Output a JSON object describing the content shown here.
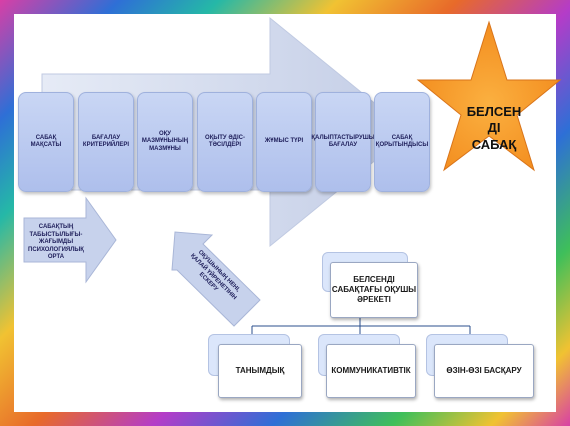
{
  "steps": [
    {
      "label": "САБАҚ МАҚСАТЫ"
    },
    {
      "label": "БАҒАЛАУ КРИТЕРИЙЛЕРІ"
    },
    {
      "label": "ОҚУ МАЗМҰНЫНЫҢ МАЗМҰНЫ"
    },
    {
      "label": "ОҚЫТУ ӘДІС-ТӘСІЛДЕРІ"
    },
    {
      "label": "ЖҰМЫС ТҮРІ"
    },
    {
      "label": "ҚАЛЫПТАСТЫРУШЫ БАҒАЛАУ"
    },
    {
      "label": "САБАҚ ҚОРЫТЫНДЫСЫ"
    }
  ],
  "star": {
    "line1": "БЕЛСЕН",
    "line2": "ДІ",
    "line3": "САБАҚ"
  },
  "left_arrow": {
    "label": "САБАҚТЫҢ ТАБЫСТЫЛЫҒЫ-ЖАҒЫМДЫ ПСИХОЛОГИЯЛЫҚ ОРТА"
  },
  "up_arrow": {
    "label": "ОҚУШЫНЫҢ НЕНІ, ҚАЛАЙ ҮЙРЕНЕТІНІН ЕСКЕРУ"
  },
  "tree": {
    "root": "БЕЛСЕНДІ САБАҚТАҒЫ ОҚУШЫ ӘРЕКЕТІ",
    "children": [
      "ТАНЫМДЫҚ",
      "КОММУНИКАТИВТІК",
      "ӨЗІН-ӨЗІ БАСҚАРУ"
    ]
  },
  "colors": {
    "step_fill": "#c0cff1",
    "star": "#f7941d",
    "arrow": "#c7d2ec"
  }
}
